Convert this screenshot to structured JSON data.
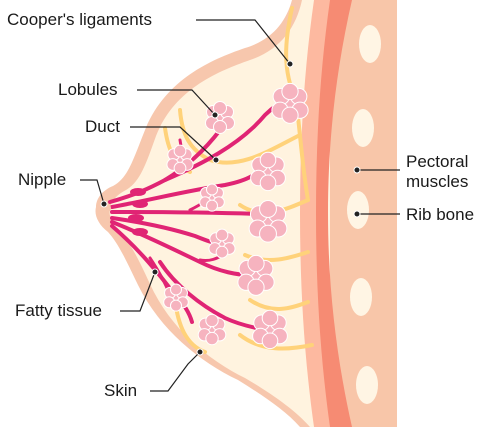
{
  "labels": {
    "coopers_ligaments": "Cooper's ligaments",
    "lobules": "Lobules",
    "duct": "Duct",
    "nipple": "Nipple",
    "fatty_tissue": "Fatty tissue",
    "skin": "Skin",
    "pectoral_line1": "Pectoral",
    "pectoral_line2": "muscles",
    "rib_bone": "Rib bone"
  },
  "colors": {
    "skin_outer": "#f7c7ad",
    "fatty_fill": "#fff3df",
    "ligament": "#ffd27a",
    "muscle_light": "#fdb9a0",
    "muscle_dark": "#f68b73",
    "rib_region": "#f8c6a9",
    "rib_bone": "#fff5e4",
    "duct": "#e02474",
    "lobule": "#f6b3bf",
    "lobule_edge": "#ffffff",
    "leader": "#222222"
  }
}
